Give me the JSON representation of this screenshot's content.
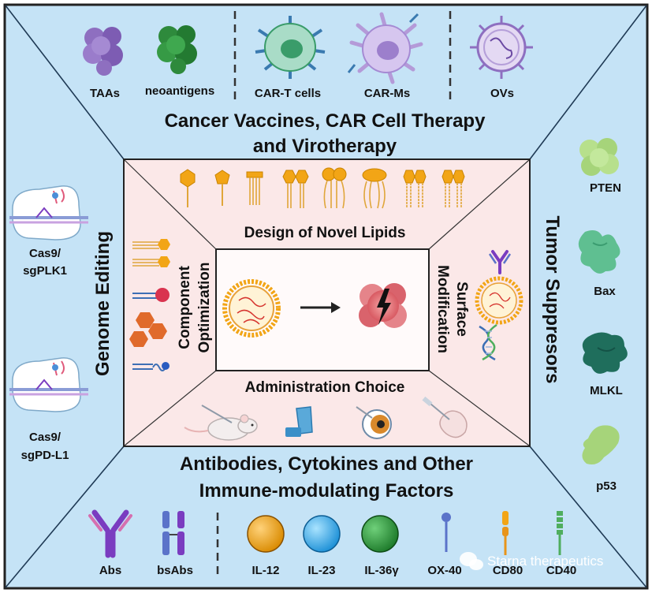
{
  "colors": {
    "panel_blue": "#c5e3f6",
    "border": "#222222",
    "center_pink": "#fbe8e8",
    "lipid_orange": "#f2a516",
    "virus_purple": "#8e6fc0",
    "car_green": "#3a9c6a",
    "tumor_red": "#d94b57"
  },
  "top": {
    "items": [
      "TAAs",
      "neoantigens",
      "CAR-T cells",
      "CAR-Ms",
      "OVs"
    ],
    "title_line1": "Cancer Vaccines, CAR Cell Therapy",
    "title_line2": "and Virotherapy"
  },
  "left": {
    "title": "Genome Editing",
    "items": [
      {
        "line1": "Cas9/",
        "line2": "sgPLK1"
      },
      {
        "line1": "Cas9/",
        "line2": "sgPD-L1"
      }
    ]
  },
  "right": {
    "title": "Tumor Suppresors",
    "items": [
      "PTEN",
      "Bax",
      "MLKL",
      "p53"
    ]
  },
  "bottom": {
    "title_line1": "Antibodies, Cytokines and Other",
    "title_line2": "Immune-modulating Factors",
    "items": [
      "Abs",
      "bsAbs",
      "IL-12",
      "IL-23",
      "IL-36γ",
      "OX-40",
      "CD80",
      "CD40"
    ]
  },
  "center": {
    "top_title": "Design of Novel Lipids",
    "left_title_line1": "Component",
    "left_title_line2": "Optimization",
    "right_title_line1": "Surface",
    "right_title_line2": "Modification",
    "bottom_title": "Administration Choice"
  },
  "watermark": "Starna therapeutics",
  "icons": {
    "virus": "virus-icon",
    "protein": "protein-blob-icon",
    "car_cell": "car-cell-icon",
    "lipid": "lipid-icon",
    "lnp": "lipid-nanoparticle-icon",
    "arrow": "arrow-right-icon",
    "tumor": "tumor-cell-icon",
    "antibody": "antibody-icon",
    "sphere": "cytokine-sphere-icon",
    "mouse": "mouse-icon",
    "inhaler": "inhaler-icon",
    "eye": "eye-icon",
    "syringe": "syringe-icon",
    "dna": "dna-icon",
    "crispr": "crispr-plasmid-icon",
    "wechat": "wechat-icon"
  }
}
